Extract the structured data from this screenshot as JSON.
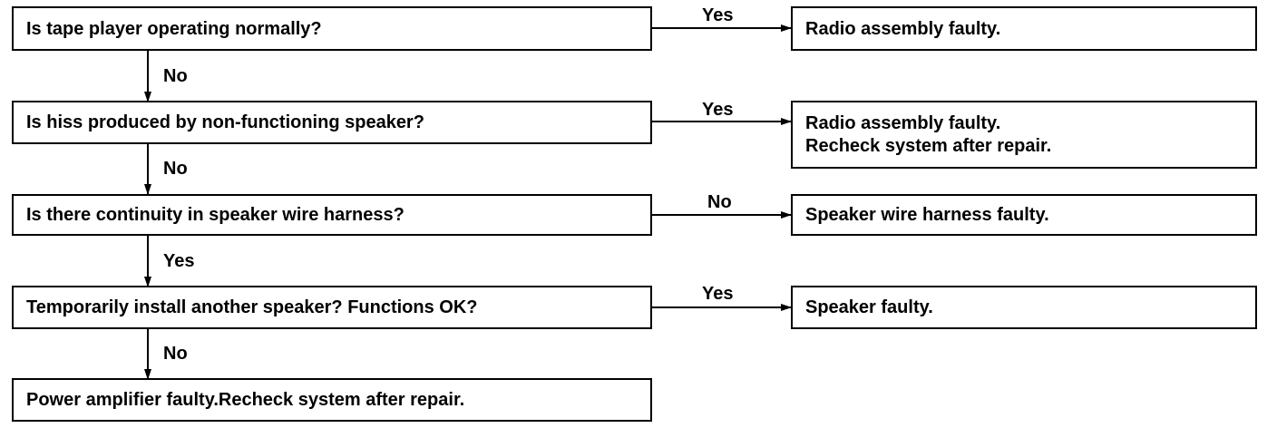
{
  "steps": [
    {
      "question": "Is tape player operating normally?",
      "branch_label": "Yes",
      "result": [
        "Radio assembly faulty."
      ],
      "next_label": "No"
    },
    {
      "question": "Is hiss produced by non-functioning speaker?",
      "branch_label": "Yes",
      "result": [
        "Radio assembly faulty.",
        "Recheck system after repair."
      ],
      "next_label": "No"
    },
    {
      "question": "Is there continuity in speaker wire harness?",
      "branch_label": "No",
      "result": [
        "Speaker wire harness faulty."
      ],
      "next_label": "Yes"
    },
    {
      "question": "Temporarily install another speaker? Functions OK?",
      "branch_label": "Yes",
      "result": [
        "Speaker faulty."
      ],
      "next_label": "No"
    }
  ],
  "final": "Power amplifier faulty.Recheck system after repair."
}
